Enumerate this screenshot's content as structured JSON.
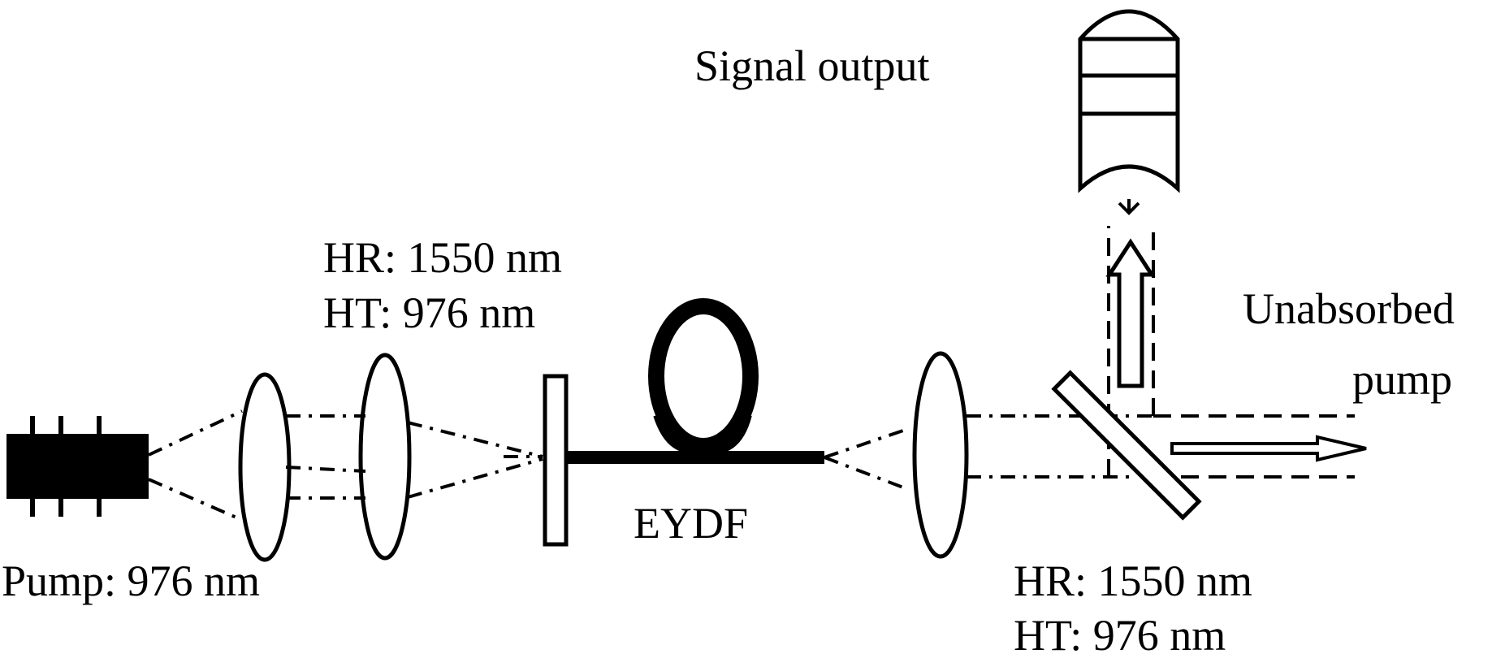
{
  "labels": {
    "pump": "Pump: 976 nm",
    "mirror1_hr": "HR: 1550 nm",
    "mirror1_ht": "HT: 976 nm",
    "fiber": "EYDF",
    "signal": "Signal output",
    "unabsorbed_line1": "Unabsorbed",
    "unabsorbed_line2": "pump",
    "mirror2_hr": "HR: 1550 nm",
    "mirror2_ht": "HT: 976 nm"
  },
  "colors": {
    "ink": "#000000",
    "background": "#ffffff"
  }
}
